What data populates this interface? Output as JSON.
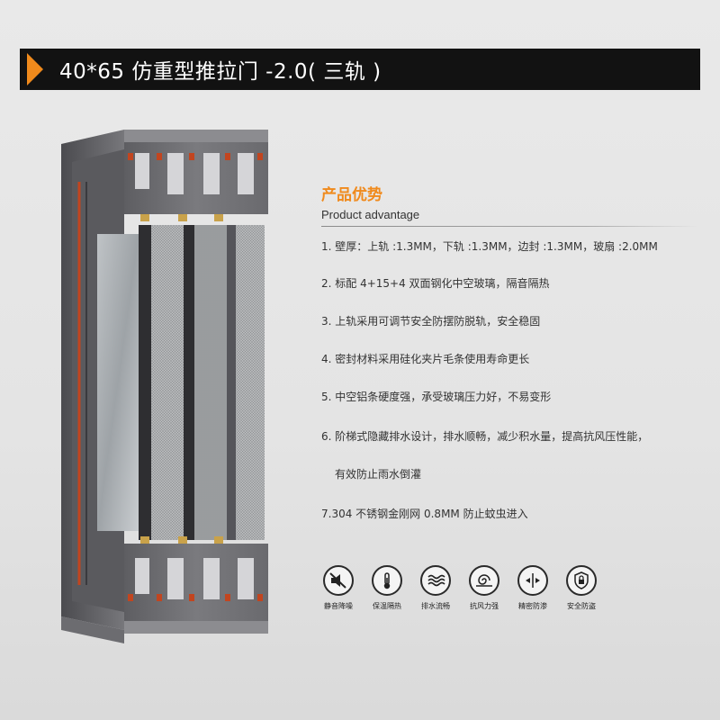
{
  "header": {
    "title": "40*65 仿重型推拉门 -2.0( 三轨 )"
  },
  "advantage": {
    "title": "产品优势",
    "subtitle": "Product advantage",
    "items": [
      "1. 壁厚：上轨 :1.3MM，下轨 :1.3MM，边封 :1.3MM，玻扇 :2.0MM",
      "2. 标配 4+15+4 双面钢化中空玻璃，隔音隔热",
      "3. 上轨采用可调节安全防摆防脱轨，安全稳固",
      "4. 密封材料采用硅化夹片毛条使用寿命更长",
      "5. 中空铝条硬度强，承受玻璃压力好，不易变形",
      "6. 阶梯式隐藏排水设计，排水顺畅，减少积水量，提高抗风压性能，",
      "有效防止雨水倒灌",
      "7.304 不锈钢金刚网 0.8MM 防止蚊虫进入"
    ]
  },
  "icons": [
    {
      "label": "静音降噪",
      "icon": "mute-speaker-icon"
    },
    {
      "label": "保温隔热",
      "icon": "thermometer-icon"
    },
    {
      "label": "排水流畅",
      "icon": "water-waves-icon"
    },
    {
      "label": "抗风力强",
      "icon": "wind-swirl-icon"
    },
    {
      "label": "精密防渗",
      "icon": "seal-arrows-icon"
    },
    {
      "label": "安全防盗",
      "icon": "shield-lock-icon"
    }
  ],
  "colors": {
    "accent": "#f08a1c",
    "header_bg": "#121212",
    "frame": "#6f6f73",
    "gasket": "#c2451f"
  }
}
